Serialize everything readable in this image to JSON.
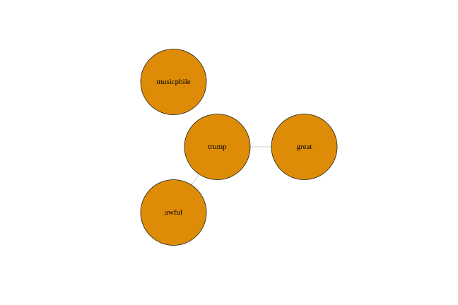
{
  "graph": {
    "node_color": "#DE8C07",
    "edge_color": "#BDBDBD",
    "nodes": [
      {
        "id": "musicphile",
        "label": "musicphile"
      },
      {
        "id": "trump",
        "label": "trump"
      },
      {
        "id": "great",
        "label": "great"
      },
      {
        "id": "awful",
        "label": "awful"
      }
    ],
    "edges": [
      {
        "source": "trump",
        "target": "great"
      },
      {
        "source": "trump",
        "target": "awful"
      }
    ]
  }
}
